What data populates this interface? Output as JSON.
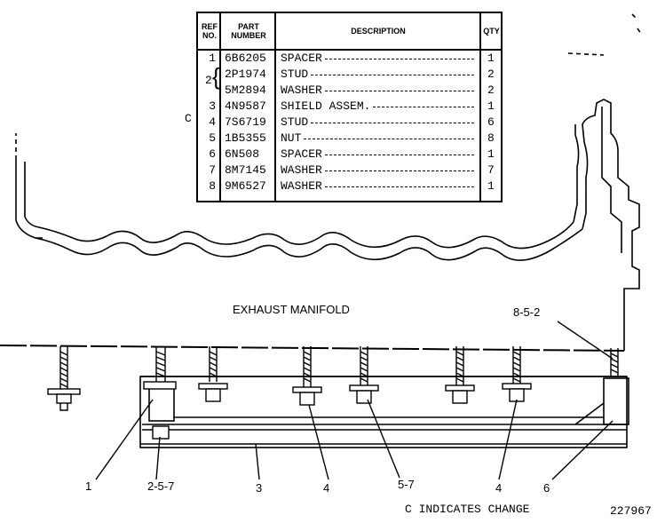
{
  "table": {
    "headers": {
      "ref_line1": "REF",
      "ref_line2": "NO.",
      "part_line1": "PART",
      "part_line2": "NUMBER",
      "description": "DESCRIPTION",
      "qty": "QTY"
    },
    "rows": [
      {
        "ref": "1",
        "part": "6B6205",
        "desc": "SPACER",
        "qty": "1"
      },
      {
        "ref": "",
        "part": "2P1974",
        "desc": "STUD",
        "qty": "2"
      },
      {
        "ref": "",
        "part": "5M2894",
        "desc": "WASHER",
        "qty": "2"
      },
      {
        "ref": "3",
        "part": "4N9587",
        "desc": "SHIELD ASSEM.",
        "qty": "1"
      },
      {
        "ref": "4",
        "part": "7S6719",
        "desc": "STUD",
        "qty": "6"
      },
      {
        "ref": "5",
        "part": "1B5355",
        "desc": "NUT",
        "qty": "8"
      },
      {
        "ref": "6",
        "part": "6N508",
        "desc": "SPACER",
        "qty": "1"
      },
      {
        "ref": "7",
        "part": "8M7145",
        "desc": "WASHER",
        "qty": "7"
      },
      {
        "ref": "8",
        "part": "9M6527",
        "desc": "WASHER",
        "qty": "1"
      }
    ],
    "group_ref": "2",
    "change_marker": "C"
  },
  "drawing": {
    "manifold_label": "EXHAUST MANIFOLD",
    "callouts": {
      "c1": "1",
      "c2": "2-5-7",
      "c3": "3",
      "c4a": "4",
      "c5": "5-7",
      "c4b": "4",
      "c6": "6",
      "c852": "8-5-2"
    },
    "change_note": "C INDICATES CHANGE",
    "figure_number": "227967"
  }
}
